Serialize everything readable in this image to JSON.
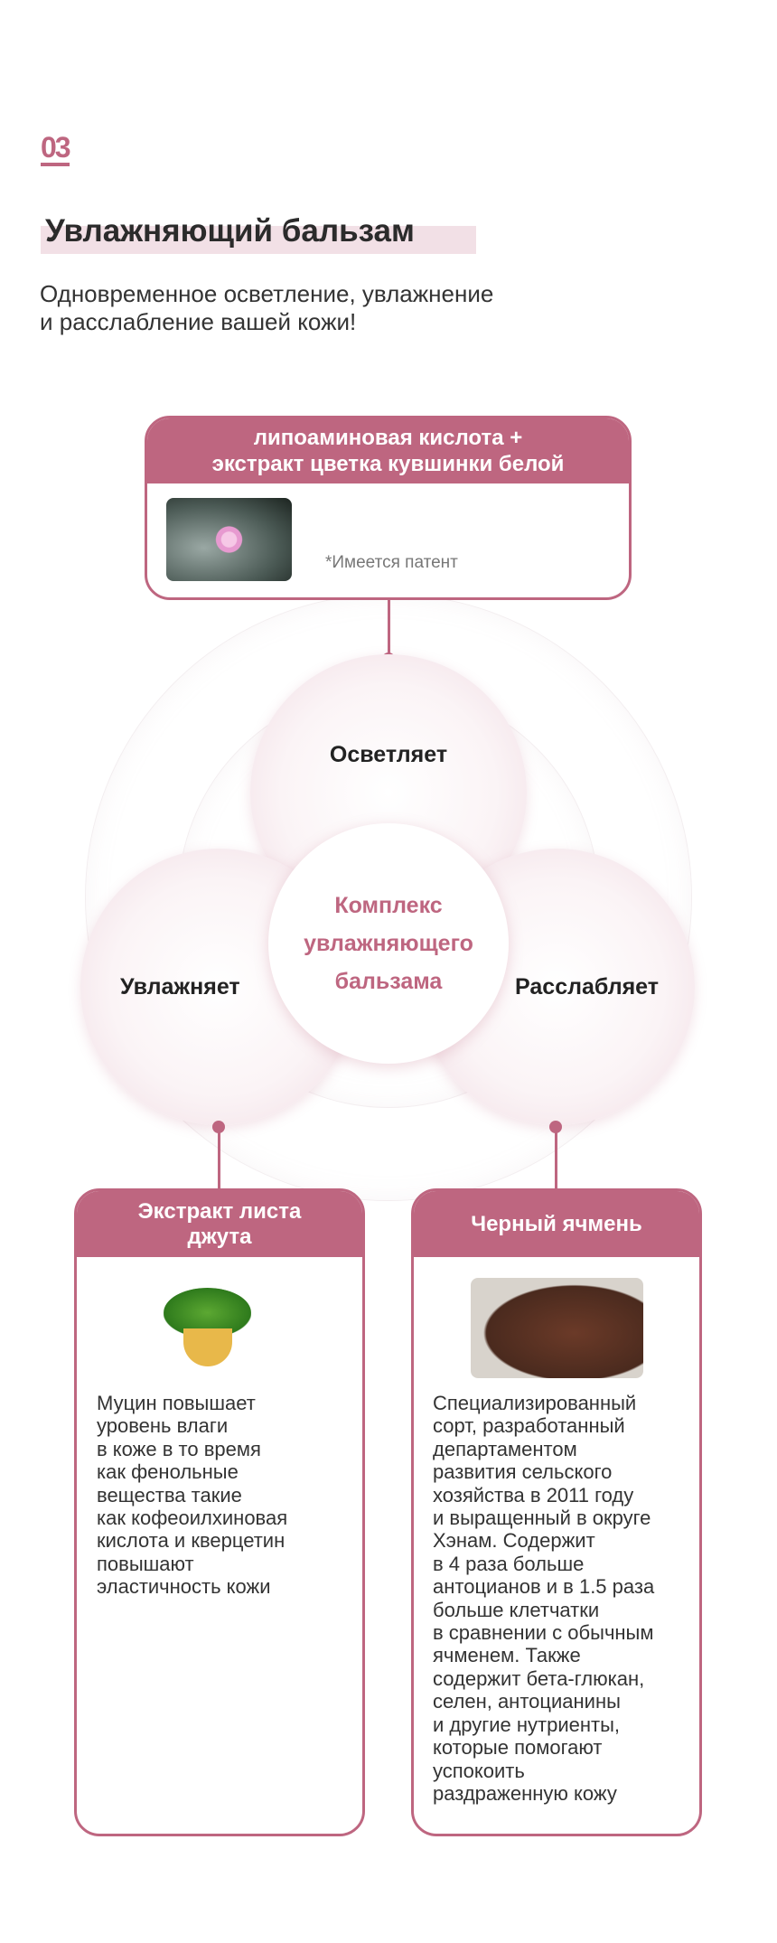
{
  "section": {
    "number": "03",
    "title": "Увлажняющий бальзам",
    "subtitle": "Одновременное осветление, увлажнение\nи расслабление вашей кожи!"
  },
  "top_card": {
    "title": "липоаминовая кислота +\nэкстракт цветка кувшинки белой",
    "note": "*Имеется патент",
    "image": "water-lily-photo"
  },
  "diagram": {
    "top": "Осветляет",
    "left": "Увлажняет",
    "right": "Расслабляет",
    "center": "Комплекс\nувлажняющего\nбальзама"
  },
  "left_card": {
    "title": "Экстракт листа\nджута",
    "image": "jute-leaves-basket",
    "text": "Муцин повышает\nуровень влаги\nв коже в то время\nкак фенольные\nвещества такие\nкак кофеоилхиновая\nкислота и кверцетин\nповышают\nэластичность кожи"
  },
  "right_card": {
    "title": "Черный ячмень",
    "image": "black-barley-sack",
    "text": "Специализированный\nсорт, разработанный\nдепартаментом\nразвития сельского\nхозяйства в 2011 году\nи выращенный в округе\nХэнам. Содержит\nв 4 раза больше\nантоцианов и в 1.5 раза\nбольше клетчатки\nв сравнении с обычным\nячменем. Также\nсодержит бета-глюкан,\nселен, антоцианины\nи другие нутриенты,\nкоторые помогают\nуспокоить\nраздраженную кожу"
  },
  "colors": {
    "accent": "#be6680",
    "highlight": "#f2e0e6"
  }
}
